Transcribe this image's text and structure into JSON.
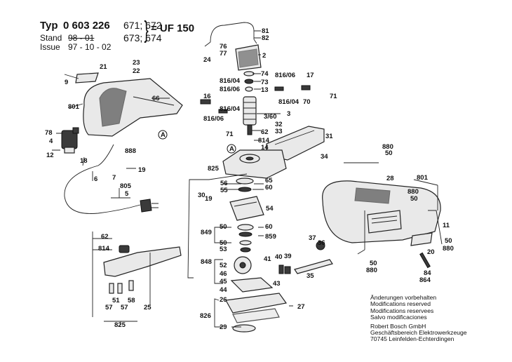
{
  "header": {
    "typ_label": "Typ",
    "typ_code": "0 603 226",
    "variants_line1": "671; 672",
    "variants_line2": "673; 674",
    "model": "= UF 150",
    "stand_label": "Stand",
    "stand_value": "98 - 01",
    "issue_label": "Issue",
    "issue_value": "97 - 10 - 02"
  },
  "notes": [
    "Änderungen vorbehalten",
    "Modifications reserved",
    "Modifications reservees",
    "Salvo modificaciones",
    "Robert Bosch GmbH",
    "Geschäftsbereich Elektrowerkzeuge",
    "70745 Leinfelden-Echterdingen"
  ],
  "callouts": {
    "c81": "81",
    "c82": "82",
    "c76": "76",
    "c77": "77",
    "c24": "24",
    "c2": "2",
    "c74": "74",
    "c73": "73",
    "c13": "13",
    "c816_04a": "816/04",
    "c816_06a": "816/06",
    "c816_06b": "816/06",
    "c17": "17",
    "c71a": "71",
    "c70": "70",
    "c16": "16",
    "c816_06c": "816/06",
    "c816_04b": "816/04",
    "c3_60": "3/60",
    "c3": "3",
    "c816_04c": "816/04",
    "c71b": "71",
    "c32": "32",
    "c33": "33",
    "c62a": "62",
    "c31": "31",
    "c814a": "814",
    "c14": "14",
    "c34": "34",
    "c825a": "825",
    "c21": "21",
    "c23": "23",
    "c22": "22",
    "c9": "9",
    "c66": "66",
    "c801a": "801",
    "c78": "78",
    "c4": "4",
    "c12": "12",
    "c18": "18",
    "c888": "888",
    "c6": "6",
    "c7": "7",
    "c19a": "19",
    "c805": "805",
    "c5": "5",
    "c30": "30",
    "c19b": "19",
    "c56": "56",
    "c55": "55",
    "c65": "65",
    "c60a": "60",
    "c54": "54",
    "c849": "849",
    "c50a": "50",
    "c50b": "50",
    "c60b": "60",
    "c859": "859",
    "c53": "53",
    "c848": "848",
    "c52": "52",
    "c46": "46",
    "c45": "45",
    "c44": "44",
    "c43": "43",
    "c41": "41",
    "c40": "40",
    "c39": "39",
    "c37": "37",
    "c36": "36",
    "c35": "35",
    "c26": "26",
    "c27": "27",
    "c826": "826",
    "c29": "29",
    "c62b": "62",
    "c814b": "814",
    "c51": "51",
    "c58": "58",
    "c57a": "57",
    "c57b": "57",
    "c825b": "825",
    "c25": "25",
    "c880a": "880",
    "c50c": "50",
    "c28": "28",
    "c801b": "801",
    "c880b": "880",
    "c50d": "50",
    "c11": "11",
    "c20": "20",
    "c50e": "50",
    "c880c": "880",
    "c50f": "50",
    "c880d": "880",
    "c84": "84",
    "c864": "864",
    "cA1": "A",
    "cA2": "A"
  },
  "colors": {
    "ink": "#111111",
    "part_fill": "#e9e9e9",
    "dark_part": "#3a3a3a",
    "background": "#ffffff"
  }
}
